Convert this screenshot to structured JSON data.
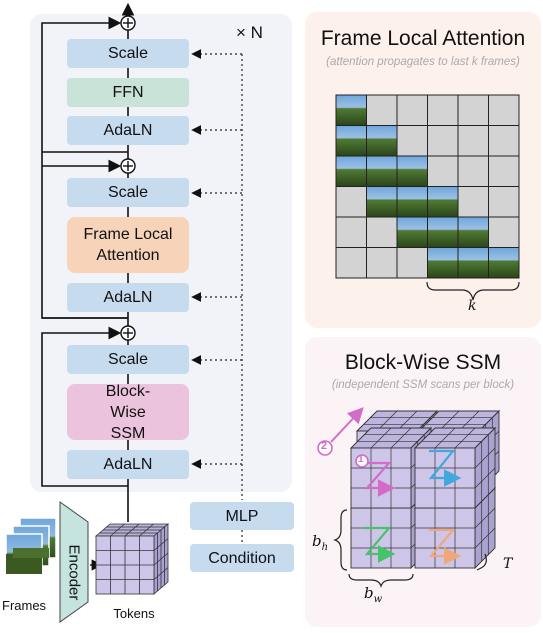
{
  "transformer": {
    "repeat_label": "× N",
    "block3": {
      "scale": "Scale",
      "ffn": "FFN",
      "adaln": "AdaLN"
    },
    "block2": {
      "scale": "Scale",
      "attention": "Frame Local Attention",
      "adaln": "AdaLN"
    },
    "block1": {
      "scale": "Scale",
      "ssm": "Block-Wise SSM",
      "adaln": "AdaLN"
    }
  },
  "conditioning": {
    "mlp": "MLP",
    "condition": "Condition"
  },
  "input": {
    "frames_label": "Frames",
    "encoder_label": "Encoder",
    "tokens_label": "Tokens"
  },
  "attention_panel": {
    "title": "Frame Local Attention",
    "subtitle": "(attention propagates to last k frames)",
    "k_label": "k"
  },
  "ssm_panel": {
    "title": "Block-Wise SSM",
    "subtitle": "(independent SSM scans per block)",
    "marker_1": "1",
    "marker_2": "2",
    "bh_label": "b",
    "bh_sub": "h",
    "bw_label": "b",
    "bw_sub": "w",
    "t_label": "T"
  },
  "colors": {
    "scale_adaln": "#c7dbef",
    "ffn": "#c9e3d9",
    "attention": "#f6d3b9",
    "ssm": "#ecc3dd",
    "attention_panel_bg": "#fdf1ec",
    "ssm_panel_bg": "#fbf3f5",
    "cube_face": "#cec6e8",
    "grid_gray": "#d3d3d3"
  }
}
